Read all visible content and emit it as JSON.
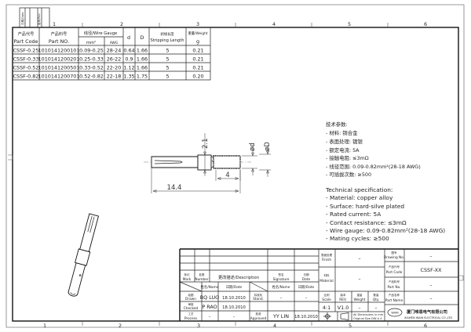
{
  "revision_block": {
    "date_label": "日期/Date",
    "rev_label": "版本/Rev"
  },
  "ruler": {
    "top": [
      "1",
      "2",
      "3",
      "4",
      "5",
      "6"
    ],
    "bottom": [
      "1",
      "2",
      "3",
      "4",
      "5",
      "6"
    ]
  },
  "parts_table": {
    "headers": {
      "part_code_cn": "产品代号",
      "part_code_en": "Part Code",
      "part_no_cn": "产品料号",
      "part_no_en": "Part NO.",
      "wire_gauge": "线径/Wire Gauge",
      "mm2": "mm²",
      "awg": "AWG",
      "d": "d",
      "D": "D",
      "stripping_cn": "剥线长度",
      "stripping_en": "Stripping Length",
      "weight": "重量/Weight",
      "weight_unit": "g"
    },
    "rows": [
      {
        "code": "CSSF-0.25",
        "part_no": "1010141200101",
        "mm2": "0.09-0.25",
        "awg": "28-24",
        "d": "0.64",
        "D": "1.66",
        "strip": "5",
        "weight": "0.21"
      },
      {
        "code": "CSSF-0.33",
        "part_no": "1010141200201",
        "mm2": "0.25-0.33",
        "awg": "26-22",
        "d": "0.9",
        "D": "1.66",
        "strip": "5",
        "weight": "0.21"
      },
      {
        "code": "CSSF-0.52",
        "part_no": "1010141200501",
        "mm2": "0.33-0.52",
        "awg": "22-20",
        "d": "1.12",
        "D": "1.66",
        "strip": "5",
        "weight": "0.21"
      },
      {
        "code": "CSSF-0.82",
        "part_no": "1010141200701",
        "mm2": "0.52-0.82",
        "awg": "22-18",
        "d": "1.35",
        "D": "1.75",
        "strip": "5",
        "weight": "0.20"
      }
    ]
  },
  "drawing": {
    "dims": {
      "height": "2.1",
      "strip": "4",
      "length": "14.4",
      "d": "ød",
      "D": "øD"
    }
  },
  "spec_cn": {
    "title": "技术参数:",
    "lines": [
      "- 材料: 铜合金",
      "- 表面处理: 镀银",
      "- 额定电流: 5A",
      "- 接触电阻: ≤3mΩ",
      "- 线径范围: 0.09-0.82mm²(28-18 AWG)",
      "- 可插拔次数: ≥500"
    ]
  },
  "spec_en": {
    "title": "Technical specification:",
    "lines": [
      "- Material: copper alloy",
      "- Surface: hard-silve plated",
      "- Rated current: 5A",
      "- Contact resistance: ≤3mΩ",
      "- Wire gauge: 0.09-0.82mm²(28-18 AWG)",
      "- Mating cycles: ≥500"
    ]
  },
  "title_block": {
    "mark_cn": "标记",
    "mark_en": "Mark",
    "number_cn": "处数",
    "number_en": "Number",
    "description": "更改描述/Description",
    "signature_cn": "签名",
    "signature_en": "Signature",
    "date_cn": "日期",
    "date_en": "Date",
    "name_hdr": "姓名/Name",
    "date_hdr": "日期/Date",
    "name_hdr2": "姓名/Name",
    "date_hdr2": "日期/Date",
    "drawn_cn": "绘图",
    "drawn_en": "Drawn",
    "drawn_name": "BQ LUO",
    "drawn_date": "18.10.2010",
    "stand_cn": "标准化",
    "stand_en": "Stand.",
    "stand_name": "–",
    "stand_date": "–",
    "checked_cn": "审核",
    "checked_en": "Checked",
    "checked_name": "P RAO",
    "checked_date": "18.10.2010",
    "process_cn": "工艺",
    "process_en": "Process",
    "process_name": "–",
    "process_date": "–",
    "approved_cn": "批准",
    "approved_en": "Approved",
    "approved_name": "YY LIN",
    "approved_date": "18.10.2010",
    "finish_cn": "表面处理",
    "finish_en": "Finish",
    "finish_value": "–",
    "material_cn": "材料",
    "material_en": "Material",
    "material_value": "–",
    "scale_cn": "比例",
    "scale_en": "Scale",
    "scale_value": "4:1",
    "rev_cn": "版本",
    "rev_en": "REV.",
    "rev_value": "V1.0",
    "weight_cn": "重量",
    "weight_en": "Weight",
    "weight_value": "–",
    "qty_cn": "数量",
    "qty_en": "Qty.",
    "qty_value": "–",
    "units_note": "All Dimensions in mm",
    "size_note": "Original Size DIN A 4",
    "drawing_no_cn": "图号",
    "drawing_no_en": "Drawing No.",
    "drawing_no_value": "–",
    "part_code_cn": "产品代号",
    "part_code_en": "Part Code",
    "part_code_value": "CSSF-XX",
    "part_no_cn": "产品料号",
    "part_no_en": "Part No.",
    "part_no_value": "–",
    "part_name_cn": "产品名称",
    "part_name_en": "Part Name",
    "part_name_value": "–",
    "logo_text": "WAIN",
    "company_cn": "厦门唯恩电气有限公司",
    "company_en": "XIAMEN WAIN ELECTRICAL CO.,LTD"
  }
}
